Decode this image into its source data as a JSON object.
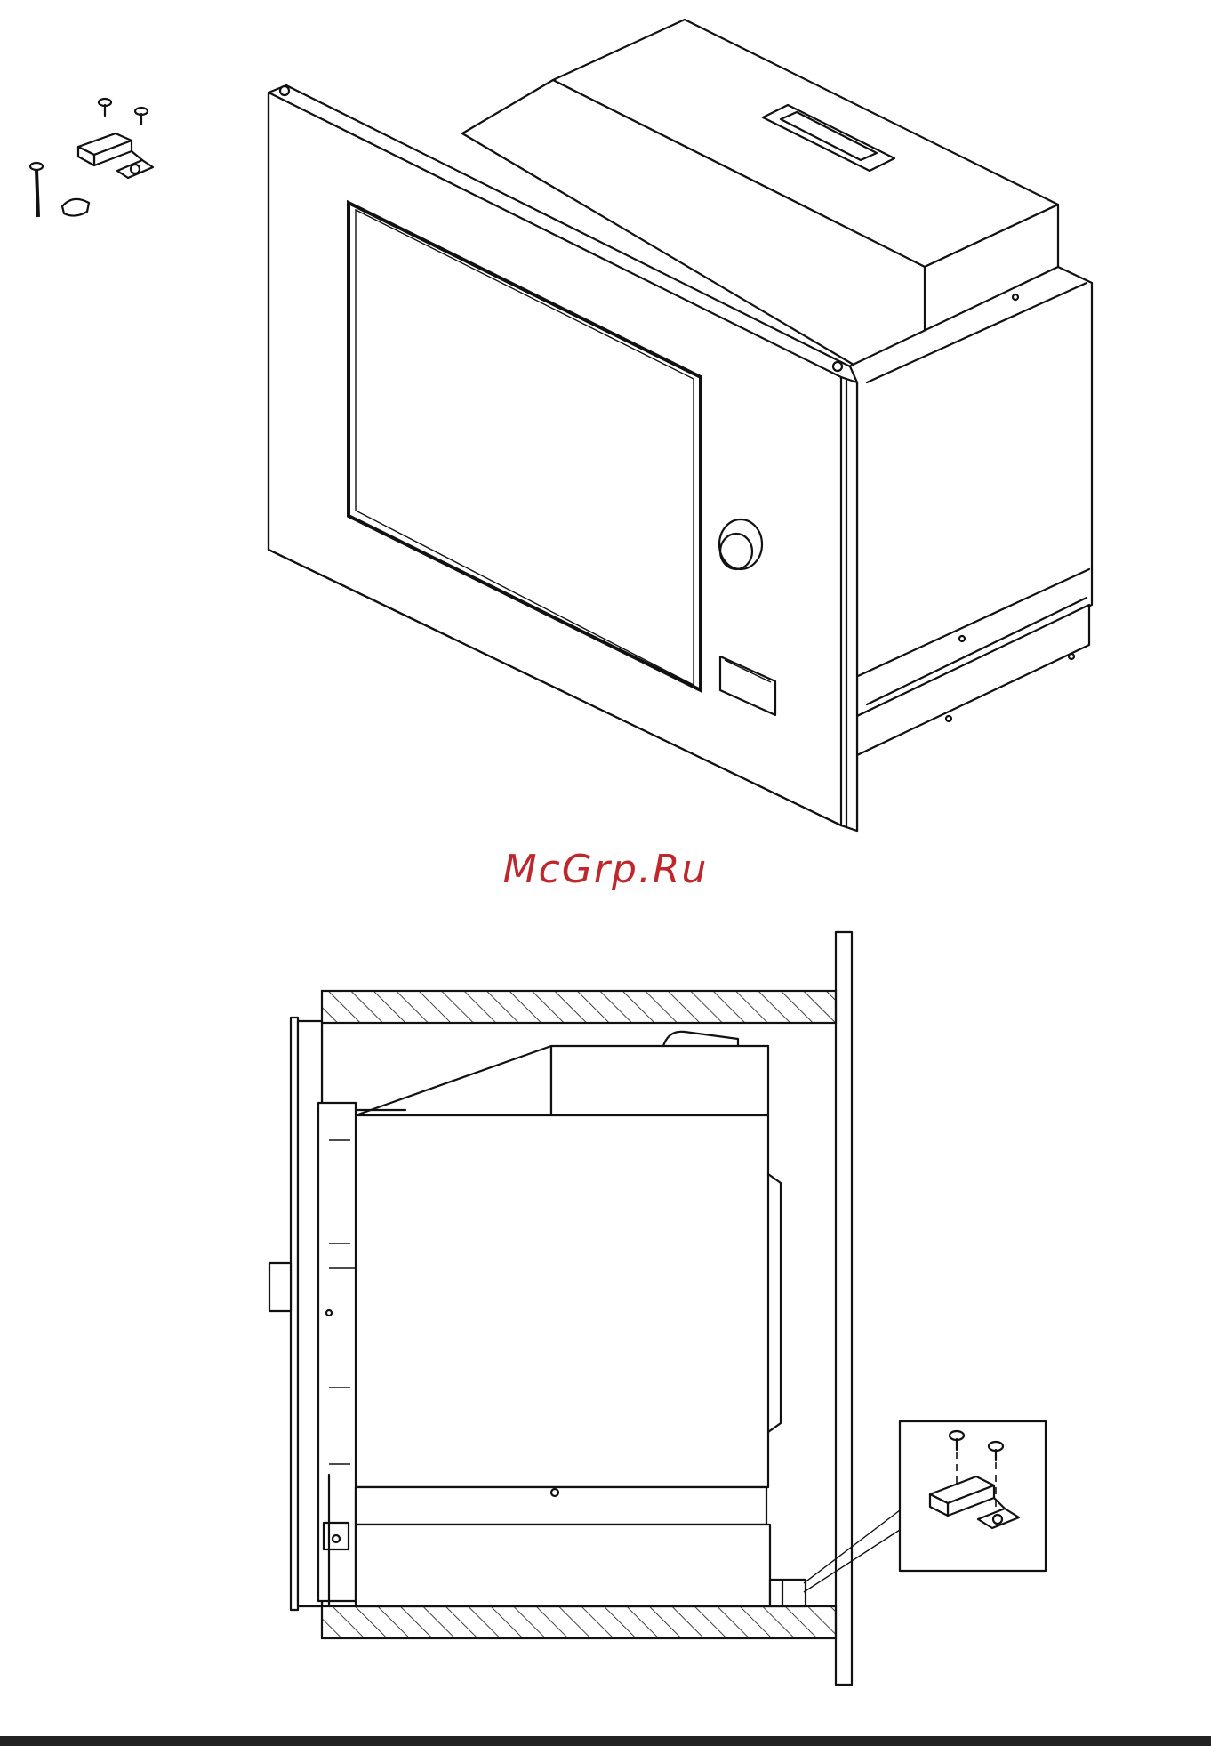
{
  "watermark": {
    "text": "McGrp.Ru",
    "color": "#c0272d"
  },
  "colors": {
    "line": "#111111",
    "background": "#ffffff",
    "rule": "#222222"
  },
  "parts": {
    "kit": [
      "screw-short",
      "screw-short",
      "bracket",
      "screw-long",
      "cap"
    ],
    "oven_front": [
      "frame",
      "window",
      "knob",
      "display"
    ],
    "section": [
      "cabinet-top",
      "cabinet-bottom",
      "wall-panel",
      "oven-body",
      "bracket-callout"
    ]
  }
}
